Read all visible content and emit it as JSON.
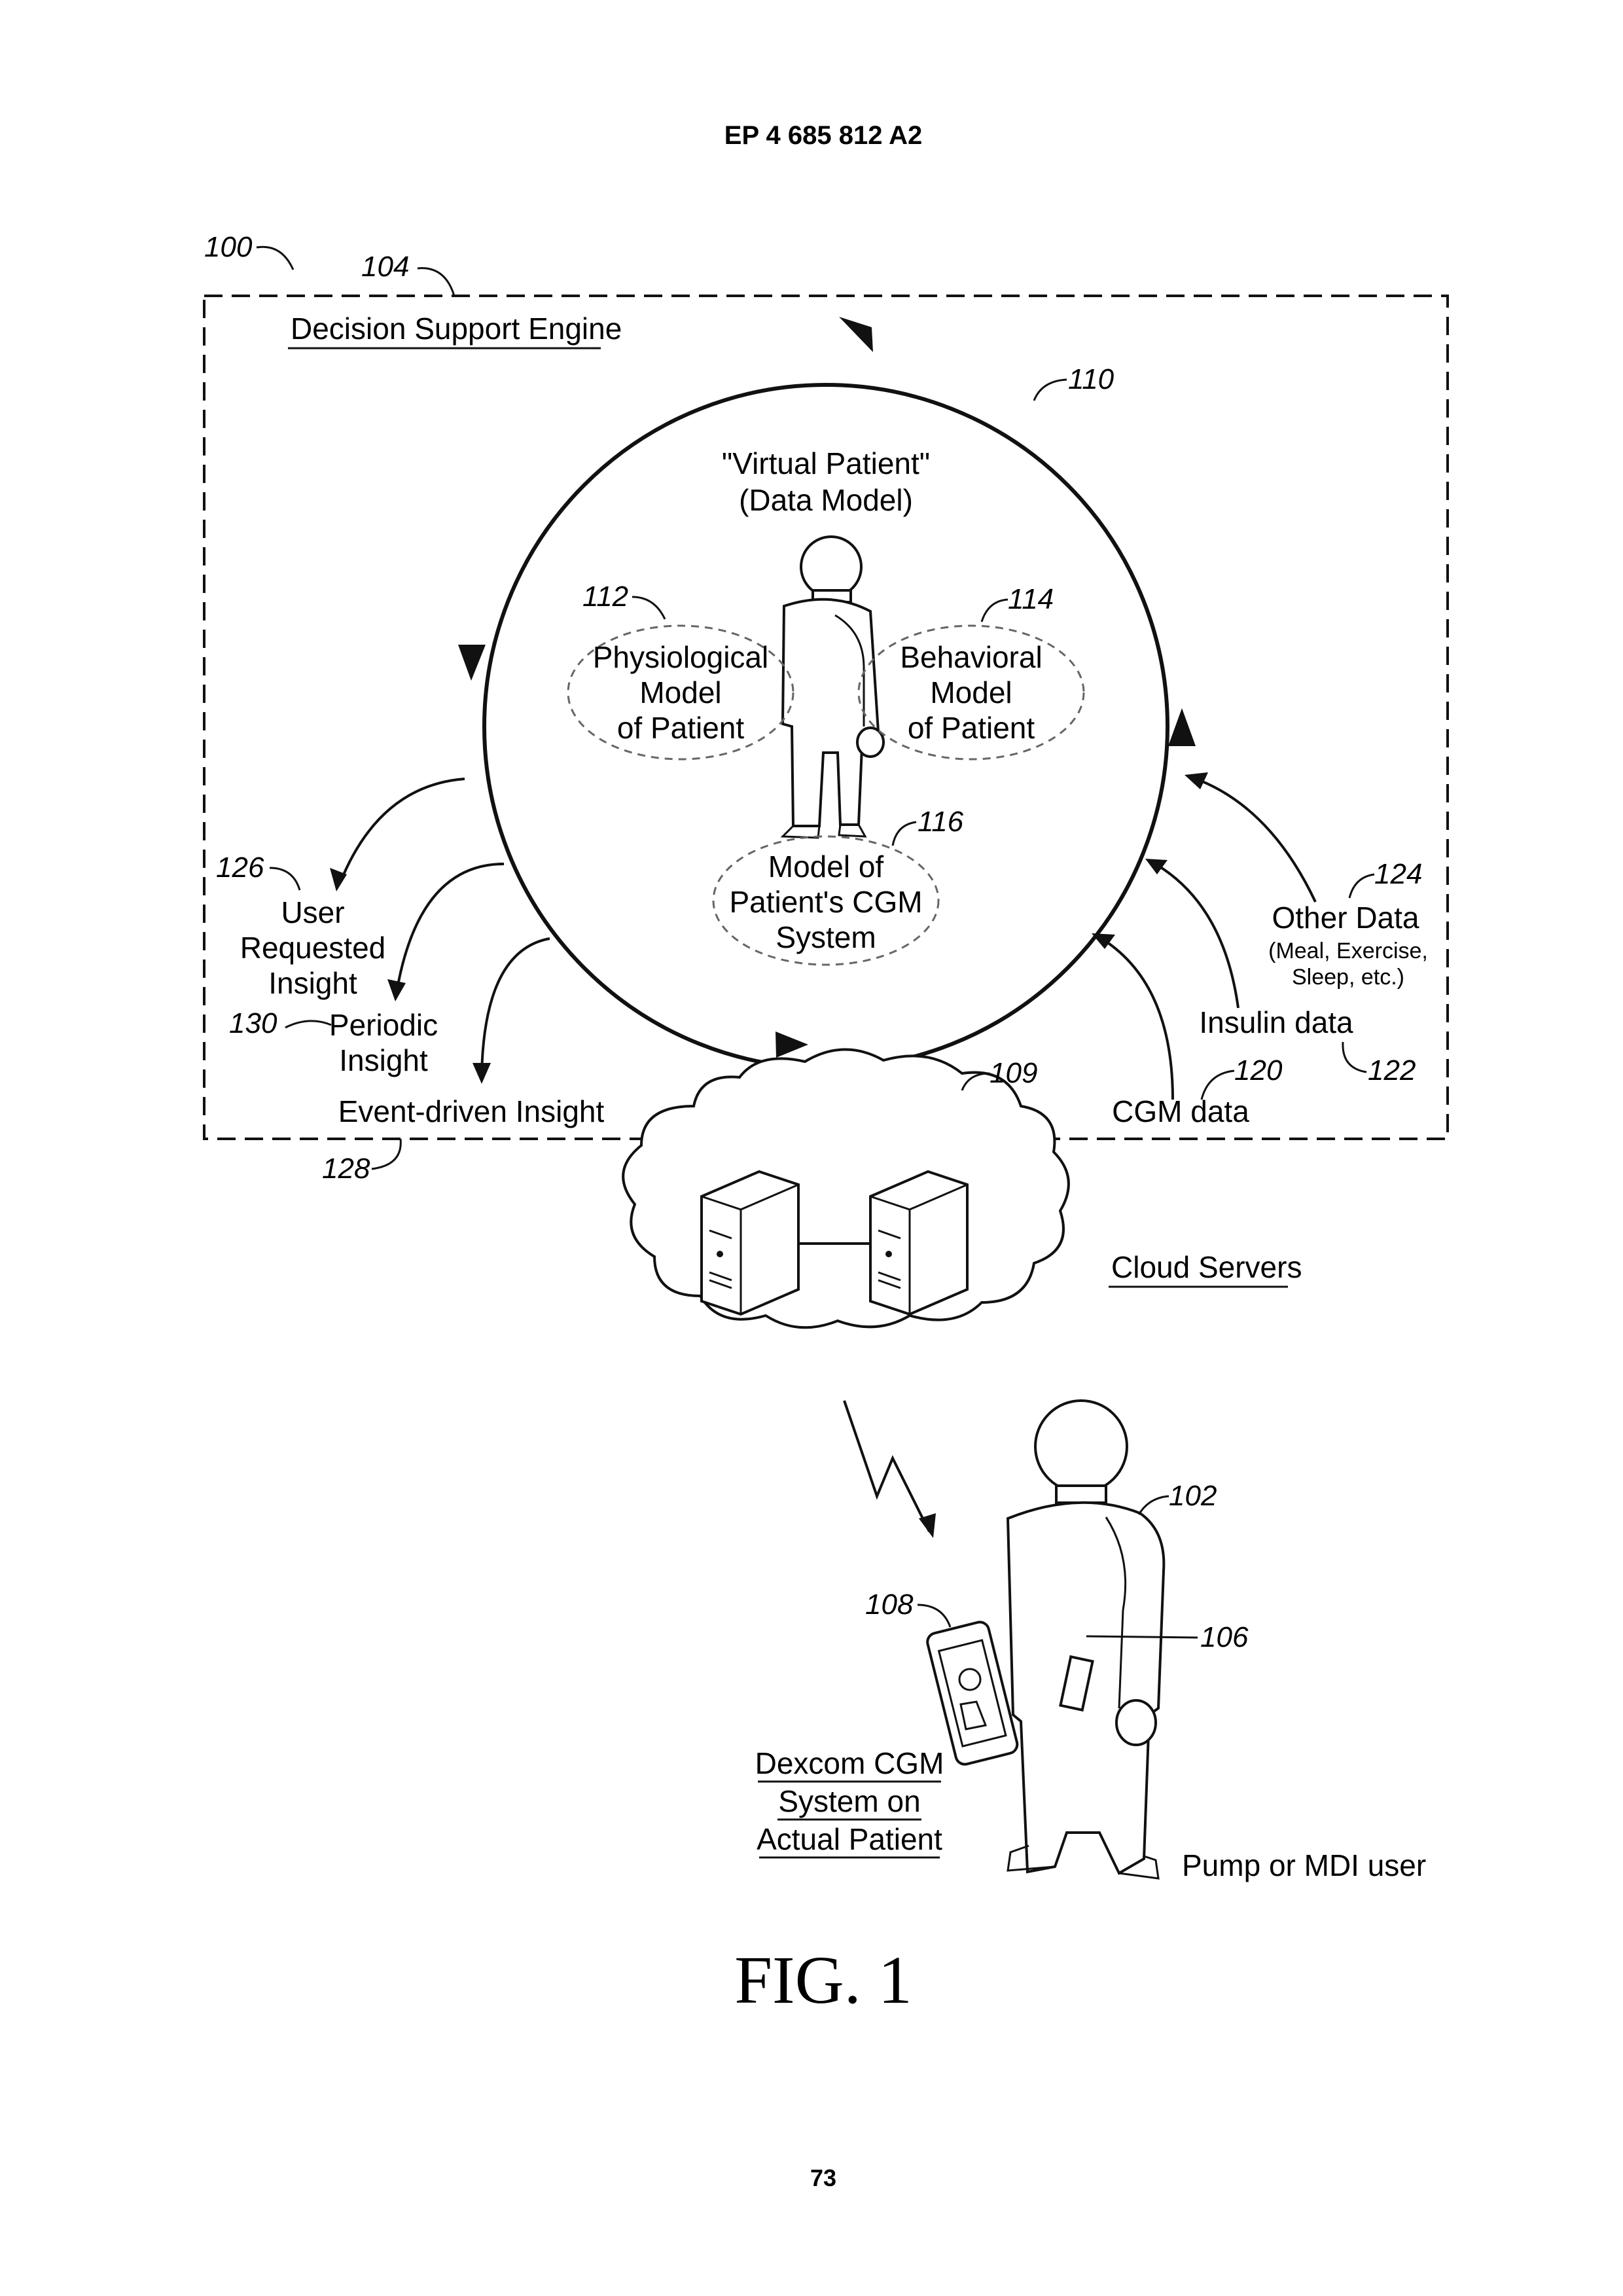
{
  "header": {
    "patent_number": "EP 4 685 812 A2"
  },
  "page_number": "73",
  "figure_label": "FIG. 1",
  "reference_numerals": {
    "system": "100",
    "decision_support_engine": "104",
    "loop": "110",
    "physiological_model": "112",
    "behavioral_model": "114",
    "cgm_model": "116",
    "other_data": "124",
    "insulin_data": "122",
    "cgm_data": "120",
    "user_requested_insight": "126",
    "periodic_insight": "130",
    "event_driven_insight": "128",
    "cloud": "109",
    "patient": "102",
    "device": "108",
    "sensor": "106"
  },
  "engine": {
    "title": "Decision Support Engine"
  },
  "virtual_patient": {
    "line1": "\"Virtual Patient\"",
    "line2": "(Data Model)"
  },
  "models": {
    "physiological": [
      "Physiological",
      "Model",
      "of Patient"
    ],
    "behavioral": [
      "Behavioral",
      "Model",
      "of Patient"
    ],
    "cgm": [
      "Model of",
      "Patient's CGM",
      "System"
    ]
  },
  "inputs": {
    "other_data_title": "Other Data",
    "other_data_detail_1": "(Meal, Exercise,",
    "other_data_detail_2": "Sleep, etc.)",
    "insulin_data": "Insulin data",
    "cgm_data": "CGM data"
  },
  "outputs": {
    "user_requested": [
      "User",
      "Requested",
      "Insight"
    ],
    "periodic": [
      "Periodic",
      "Insight"
    ],
    "event_driven": "Event-driven Insight"
  },
  "cloud": {
    "label": "Cloud Servers"
  },
  "patient": {
    "system_label": [
      "Dexcom CGM",
      "System on",
      "Actual Patient"
    ],
    "user_label": "Pump or MDI user"
  }
}
